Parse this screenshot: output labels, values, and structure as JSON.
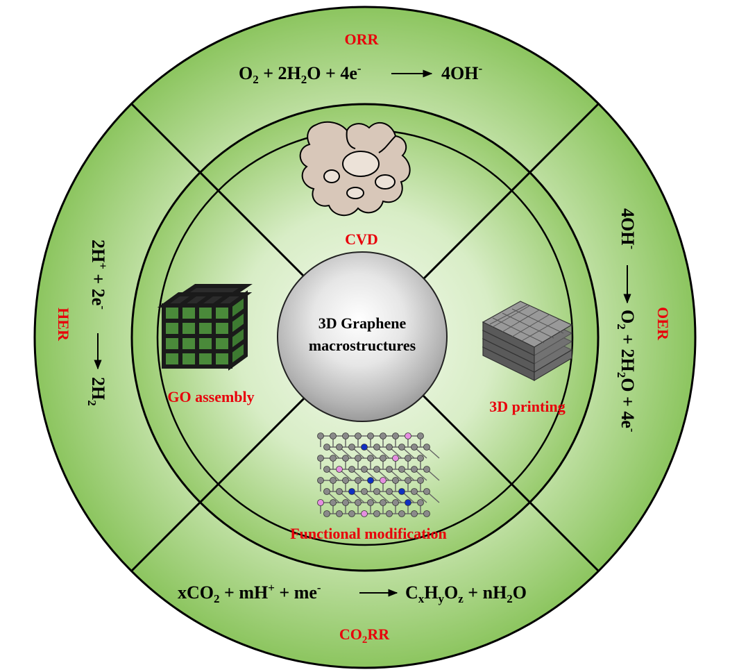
{
  "colors": {
    "ring_light": "#eef7e6",
    "ring_dark": "#8cc55f",
    "accent_red": "#e8000b",
    "center_light": "#ffffff",
    "center_dark": "#9a9a9a"
  },
  "center": {
    "line1": "3D Graphene",
    "line2": "macrostructures"
  },
  "inner_methods": {
    "top": {
      "label": "CVD",
      "icon": "porous-network-icon"
    },
    "left": {
      "label": "GO assembly",
      "icon": "3d-lattice-cube-icon"
    },
    "right": {
      "label": "3D printing",
      "icon": "printed-grid-stack-icon"
    },
    "bottom": {
      "label": "Functional modification",
      "icon": "doped-graphene-lattice-icon"
    }
  },
  "outer_reactions": {
    "top": {
      "name": "ORR",
      "eq": {
        "t1": "O",
        "t2": "2",
        "t3": " + 2H",
        "t4": "2",
        "t5": "O + 4e",
        "t6": "-",
        "t7": "4OH",
        "t8": "-"
      }
    },
    "left": {
      "name": "HER",
      "eq": {
        "t1": "2H",
        "t2": "+",
        "t3": " + 2e",
        "t4": "-",
        "t5": "2H",
        "t6": "2"
      }
    },
    "right": {
      "name": "OER",
      "eq": {
        "t1": "4OH",
        "t2": "-",
        "t3": "O",
        "t4": "2",
        "t5": " + 2H",
        "t6": "2",
        "t7": "O + 4e",
        "t8": "-"
      }
    },
    "bottom": {
      "name_a": "CO",
      "name_b": "2",
      "name_c": "RR",
      "eq": {
        "t1": "xCO",
        "t2": "2",
        "t3": " + mH",
        "t4": "+",
        "t5": " + me",
        "t6": "-",
        "t7": "C",
        "t8": "x",
        "t9": "H",
        "t10": "y",
        "t11": "O",
        "t12": "z",
        "t13": " + nH",
        "t14": "2",
        "t15": "O"
      }
    }
  }
}
